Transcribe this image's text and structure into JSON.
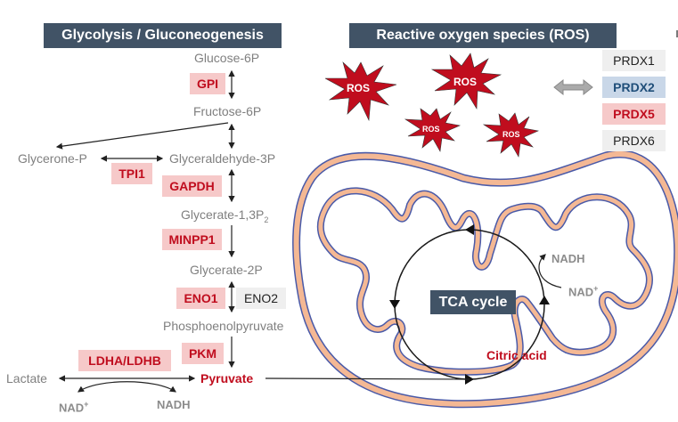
{
  "headers": {
    "glycolysis": "Glycolysis / Gluconeogenesis",
    "ros": "Reactive oxygen species (ROS)"
  },
  "metabolites": {
    "glucose6p": "Glucose-6P",
    "fructose6p": "Fructose-6P",
    "glycerone_p": "Glycerone-P",
    "glyceraldehyde3p": "Glyceraldehyde-3P",
    "glycerate13p2": "Glycerate-1,3P",
    "glycerate13p2_sub": "2",
    "glycerate2p": "Glycerate-2P",
    "phosphoenolpyruvate": "Phosphoenolpyruvate",
    "lactate": "Lactate",
    "pyruvate": "Pyruvate",
    "citric_acid": "Citric acid"
  },
  "enzymes": {
    "gpi": "GPI",
    "tpi1": "TPI1",
    "gapdh": "GAPDH",
    "minpp1": "MINPP1",
    "eno1": "ENO1",
    "eno2": "ENO2",
    "pkm": "PKM",
    "ldha_ldhb": "LDHA/LDHB"
  },
  "cofactors": {
    "lactate_nad": "NAD",
    "lactate_nad_sup": "+",
    "lactate_nadh": "NADH",
    "tca_nadh": "NADH",
    "tca_nad": "NAD",
    "tca_nad_sup": "+"
  },
  "tca_label": "TCA cycle",
  "ros_label": "ROS",
  "prdx": [
    {
      "label": "PRDX1",
      "bg": "#efefef",
      "color": "#222222",
      "bold": false
    },
    {
      "label": "PRDX2",
      "bg": "#c9d7e8",
      "color": "#1f4e79",
      "bold": true
    },
    {
      "label": "PRDX5",
      "bg": "#f6c9c9",
      "color": "#c00d1e",
      "bold": true
    },
    {
      "label": "PRDX6",
      "bg": "#efefef",
      "color": "#222222",
      "bold": false
    }
  ],
  "colors": {
    "header_bg": "#415366",
    "enzyme_highlight": "#f6c9c9",
    "enzyme_text": "#c00d1e",
    "ros_fill": "#c00d1e",
    "membrane_fill": "#f4b894",
    "membrane_edge": "#4a5aa8"
  }
}
